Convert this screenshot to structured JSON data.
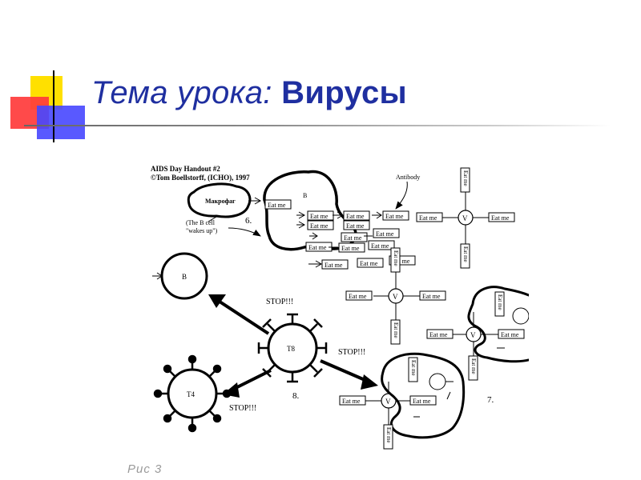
{
  "slide": {
    "title_prefix": "Тема урока:",
    "title_main": "Вирусы",
    "caption": "Рис 3"
  },
  "figure": {
    "header_line1": "AIDS Day Handout #2",
    "header_line2": "©Tom Boellstorff, (ICHO), 1997",
    "macrophage": "Макрофаг",
    "b_cell_note_line1": "(The B cell",
    "b_cell_note_line2": "\"wakes up\")",
    "antibody": "Antibody",
    "eat_me": "Eat me",
    "b_label": "B",
    "t8_label": "T8",
    "t4_label": "T4",
    "v_label": "V",
    "stop": "STOP!!!",
    "step6": "6.",
    "step7": "7.",
    "step8": "8."
  },
  "colors": {
    "title": "#1f2fa0",
    "caption": "#9a9a9a"
  }
}
